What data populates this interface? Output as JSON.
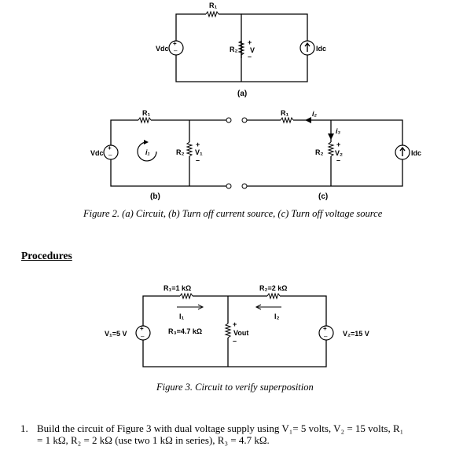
{
  "figure2": {
    "a": {
      "r1": "R₁",
      "vdc": "Vdc",
      "r2": "R₂",
      "v": "V",
      "idc": "Idc",
      "panel": "(a)"
    },
    "b": {
      "r1": "R₁",
      "vdc": "Vdc",
      "i1": "i₁",
      "r2": "R₂",
      "v1": "V₁",
      "panel": "(b)"
    },
    "c": {
      "r1": "R₁",
      "i2": "i₂",
      "i3": "i₃",
      "r2": "R₂",
      "v2": "V₂",
      "idc": "Idc",
      "panel": "(c)"
    },
    "caption": "Figure 2. (a) Circuit, (b) Turn off current source, (c) Turn off voltage source"
  },
  "procedures_heading": "Procedures",
  "figure3": {
    "r1": "R₁=1 kΩ",
    "r2": "R₂=2 kΩ",
    "i1": "I₁",
    "i2": "I₂",
    "r3": "R₃=4.7 kΩ",
    "vout": "Vout",
    "v1": "V₁=5 V",
    "v2": "V₂=15 V",
    "caption": "Figure 3. Circuit to verify superposition"
  },
  "step1": {
    "number": "1.",
    "line1": "Build the circuit of Figure 3 with dual voltage supply using V₁= 5 volts, V₂ = 15 volts, R₁",
    "line2": "= 1 kΩ, R₂ = 2 kΩ (use two 1 kΩ in series), R₃ = 4.7 kΩ."
  }
}
